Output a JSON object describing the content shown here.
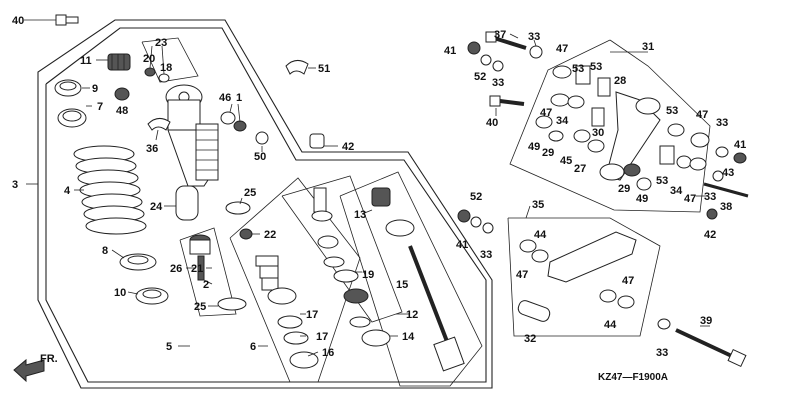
{
  "diagram_code": "KZ47—F1900A",
  "direction_label": "FR.",
  "callouts": {
    "n40a": "40",
    "n23": "23",
    "n11": "11",
    "n20": "20",
    "n18": "18",
    "n9": "9",
    "n7": "7",
    "n48": "48",
    "n46": "46",
    "n1": "1",
    "n51": "51",
    "n3": "3",
    "n36": "36",
    "n50": "50",
    "n42a": "42",
    "n4": "4",
    "n25a": "25",
    "n24": "24",
    "n22": "22",
    "n8": "8",
    "n26": "26",
    "n21": "21",
    "n2": "2",
    "n13": "13",
    "n10": "10",
    "n25b": "25",
    "n19": "19",
    "n15": "15",
    "n5": "5",
    "n17a": "17",
    "n17b": "17",
    "n12": "12",
    "n6": "6",
    "n16": "16",
    "n14": "14",
    "n37": "37",
    "n33a": "33",
    "n41a": "41",
    "n52a": "52",
    "n33b": "33",
    "n40b": "40",
    "n47a": "47",
    "n53a": "53",
    "n53b": "53",
    "n31": "31",
    "n28": "28",
    "n47b": "47",
    "n34a": "34",
    "n49a": "49",
    "n29a": "29",
    "n45": "45",
    "n27": "27",
    "n30": "30",
    "n53c": "53",
    "n47c": "47",
    "n33c": "33",
    "n41b": "41",
    "n43": "43",
    "n29b": "29",
    "n49b": "49",
    "n53d": "53",
    "n34b": "34",
    "n47d": "47",
    "n33d": "33",
    "n38": "38",
    "n42b": "42",
    "n52b": "52",
    "n41c": "41",
    "n33e": "33",
    "n35": "35",
    "n44a": "44",
    "n47e": "47",
    "n47f": "47",
    "n44b": "44",
    "n32": "32",
    "n39": "39",
    "n33f": "33"
  }
}
